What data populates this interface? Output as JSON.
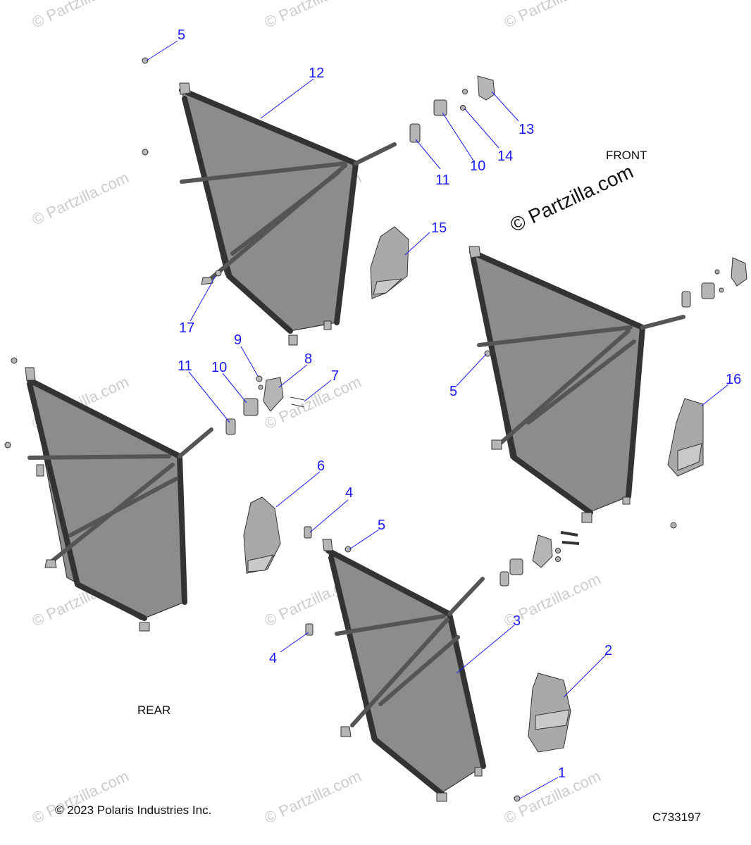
{
  "callouts": [
    "5",
    "12",
    "13",
    "14",
    "10",
    "11",
    "15",
    "17",
    "9",
    "8",
    "11",
    "10",
    "7",
    "5",
    "16",
    "6",
    "4",
    "5",
    "4",
    "3",
    "2",
    "1"
  ],
  "labels": {
    "front": "FRONT",
    "rear": "REAR",
    "copyright": "© 2023 Polaris Industries Inc.",
    "drawing_number": "C733197"
  },
  "watermark": {
    "center_text": "© Partzilla.com",
    "tile_text": "© Partzilla.com"
  },
  "colors": {
    "callout": "#1a1aff",
    "net": "#8c8c8c",
    "outline": "#333333"
  }
}
